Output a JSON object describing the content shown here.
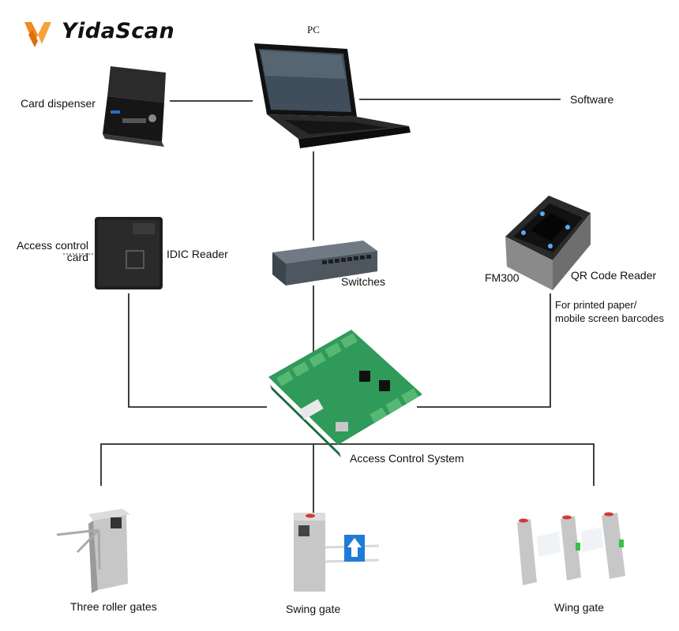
{
  "brand": {
    "name": "YidaScan",
    "accent": "#f08a1c",
    "icon": "yidascan-logo-icon"
  },
  "nodes": {
    "pc": "PC",
    "software": "Software",
    "card_dispenser": "Card dispenser",
    "access_card": [
      "Access control",
      "card"
    ],
    "idic_reader": "IDIC Reader",
    "switches": "Switches",
    "fm300": "FM300",
    "qr_reader": "QR Code Reader",
    "qr_note": [
      "For printed paper/",
      "mobile screen barcodes"
    ],
    "acs": "Access Control System",
    "three_roller": "Three roller gates",
    "swing_gate": "Swing gate",
    "wing_gate": "Wing gate"
  },
  "colors": {
    "line": "#2a2a2a",
    "board": "#2f9a5a",
    "terminal": "#57b873",
    "device_dark": "#1d1d1d",
    "steel": "#c7c7c7",
    "arrow_panel": "#1e7bd6"
  }
}
